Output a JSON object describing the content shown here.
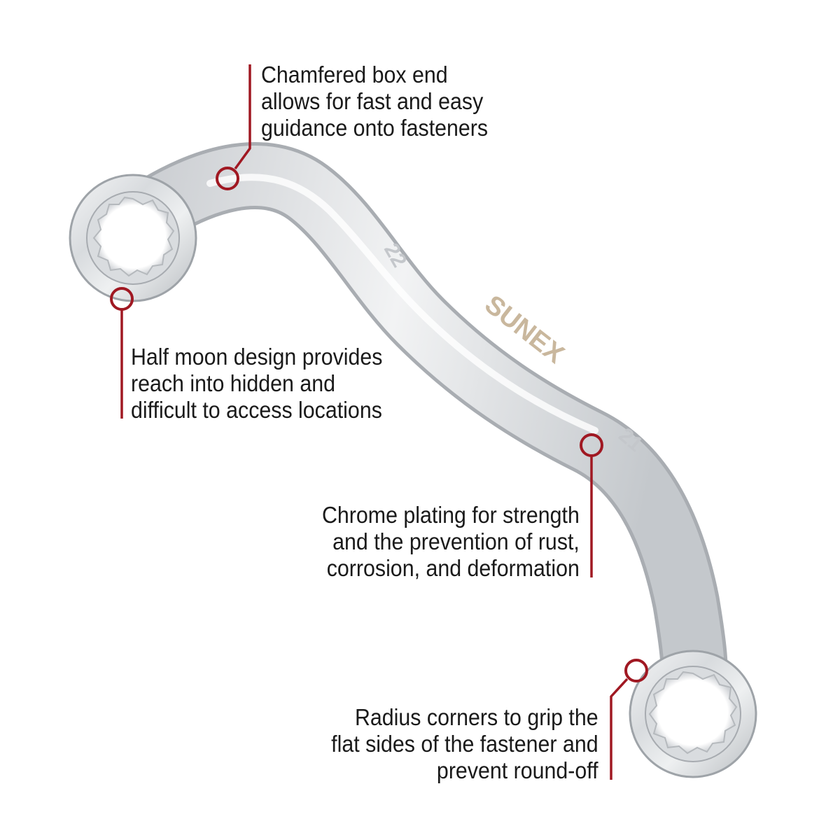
{
  "brand": "SUNEX",
  "size_marks": {
    "upper": "22",
    "lower": "21"
  },
  "accent_color": "#a01822",
  "callouts": [
    {
      "lines": [
        "Chamfered box end",
        "allows for fast and easy",
        "guidance onto fasteners"
      ]
    },
    {
      "lines": [
        "Half moon design provides",
        "reach into hidden and",
        "difficult to access locations"
      ]
    },
    {
      "lines": [
        "Chrome plating for strength",
        "and the prevention of rust,",
        "corrosion, and deformation"
      ]
    },
    {
      "lines": [
        "Radius corners to grip the",
        "flat sides of the fastener and",
        "prevent round-off"
      ]
    }
  ]
}
